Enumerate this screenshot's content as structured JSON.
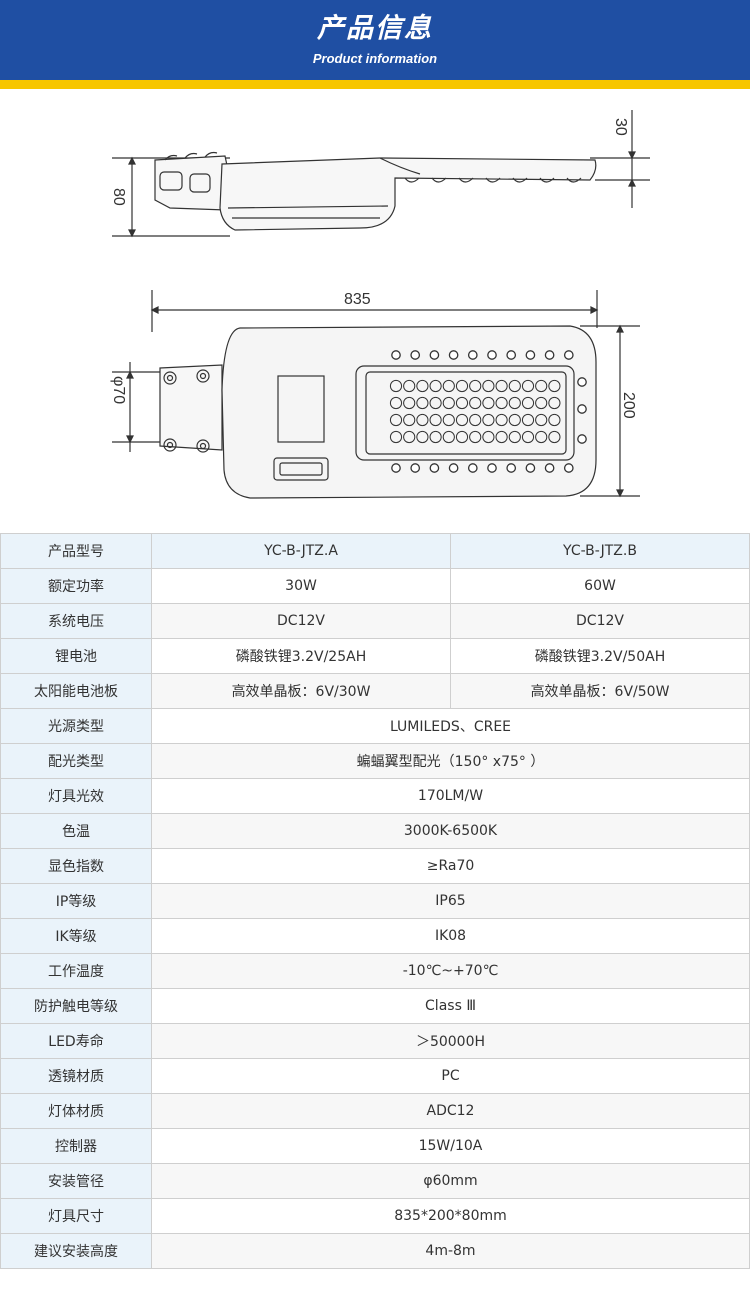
{
  "header": {
    "title": "产品信息",
    "subtitle": "Product information"
  },
  "drawing": {
    "dim_height_side": "80",
    "dim_thickness": "30",
    "dim_length": "835",
    "dim_width": "200",
    "dim_pole": "φ70"
  },
  "spec_table": {
    "header": {
      "label": "产品型号",
      "model_a": "YC-B-JTZ.A",
      "model_b": "YC-B-JTZ.B"
    },
    "split_rows": [
      {
        "label": "额定功率",
        "a": "30W",
        "b": "60W"
      },
      {
        "label": "系统电压",
        "a": "DC12V",
        "b": "DC12V"
      },
      {
        "label": "锂电池",
        "a": "磷酸铁锂3.2V/25AH",
        "b": "磷酸铁锂3.2V/50AH"
      },
      {
        "label": "太阳能电池板",
        "a": "高效单晶板：6V/30W",
        "b": "高效单晶板：6V/50W"
      }
    ],
    "merged_rows": [
      {
        "label": "光源类型",
        "value": "LUMILEDS、CREE"
      },
      {
        "label": "配光类型",
        "value": "蝙蝠翼型配光（150° x75° ）"
      },
      {
        "label": "灯具光效",
        "value": "170LM/W"
      },
      {
        "label": "色温",
        "value": "3000K-6500K"
      },
      {
        "label": "显色指数",
        "value": "≥Ra70"
      },
      {
        "label": "IP等级",
        "value": "IP65"
      },
      {
        "label": "IK等级",
        "value": "IK08"
      },
      {
        "label": "工作温度",
        "value": "-10℃~+70℃"
      },
      {
        "label": "防护触电等级",
        "value": "Class Ⅲ"
      },
      {
        "label": "LED寿命",
        "value": "＞50000H"
      },
      {
        "label": "透镜材质",
        "value": "PC"
      },
      {
        "label": "灯体材质",
        "value": "ADC12"
      },
      {
        "label": "控制器",
        "value": "15W/10A"
      },
      {
        "label": "安装管径",
        "value": "φ60mm"
      },
      {
        "label": "灯具尺寸",
        "value": "835*200*80mm"
      },
      {
        "label": "建议安装高度",
        "value": "4m-8m"
      }
    ]
  }
}
